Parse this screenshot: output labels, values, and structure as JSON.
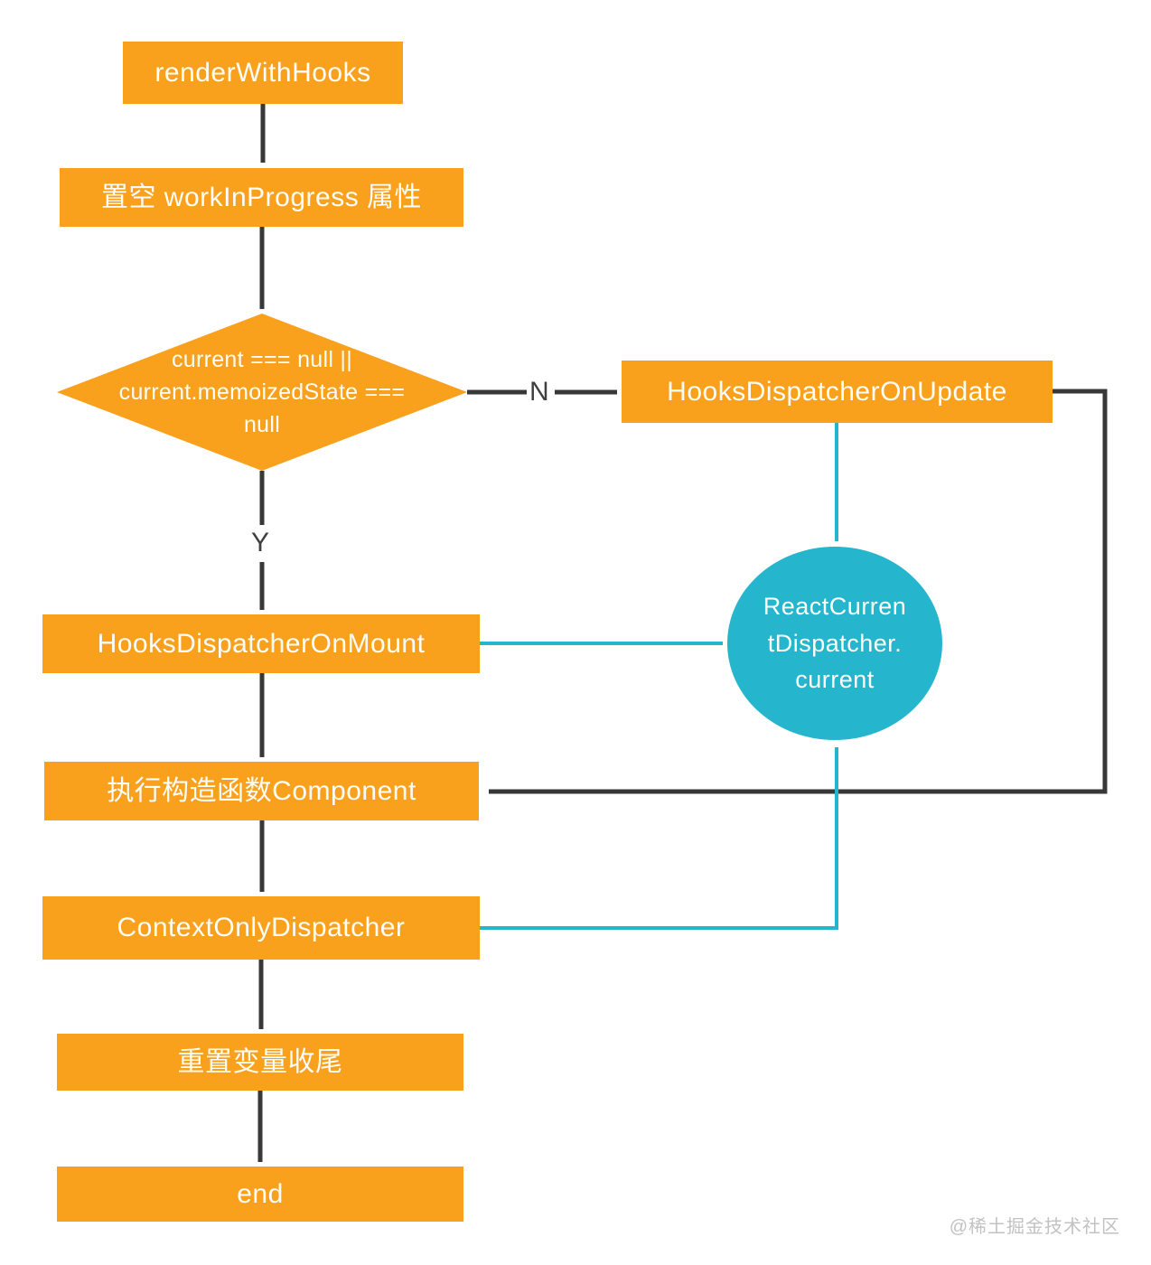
{
  "diagram": {
    "nodes": {
      "render_with_hooks": "renderWithHooks",
      "clear_work_in_progress": "置空 workInProgress 属性",
      "condition": {
        "line1": "current === null ||",
        "line2": "current.memoizedState ===",
        "line3": "null"
      },
      "hooks_dispatcher_on_update": "HooksDispatcherOnUpdate",
      "hooks_dispatcher_on_mount": "HooksDispatcherOnMount",
      "react_current_dispatcher": {
        "line1": "ReactCurren",
        "line2": "tDispatcher.",
        "line3": "current"
      },
      "run_component_constructor": "执行构造函数Component",
      "context_only_dispatcher": "ContextOnlyDispatcher",
      "reset_variables": "重置变量收尾",
      "end": "end"
    },
    "edge_labels": {
      "no": "N",
      "yes": "Y"
    },
    "colors": {
      "node_orange": "#F9A11C",
      "accent_cyan": "#25B6CD",
      "connector_black": "#383838",
      "text_white": "#FDFDF8",
      "label_gray": "#3F3F3F",
      "watermark_gray": "#C2C2C2"
    },
    "watermark": "@稀土掘金技术社区"
  }
}
